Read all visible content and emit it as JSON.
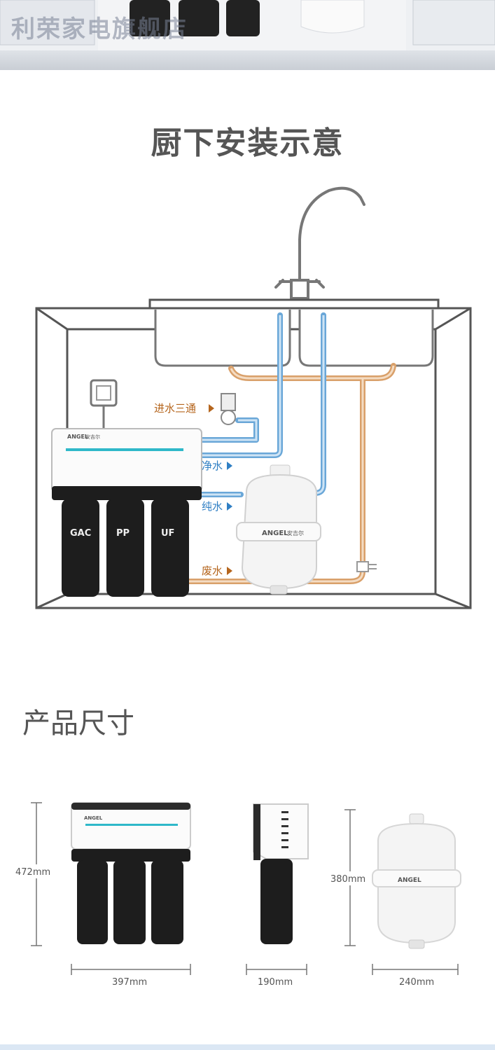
{
  "banner": {
    "watermark": "利荣家电旗舰店"
  },
  "install": {
    "title": "厨下安装示意",
    "labels": {
      "inlet_tee": "进水三通",
      "clean_water": "净水",
      "pure_water": "纯水",
      "waste_water": "废水"
    },
    "brand": "ANGEL",
    "brand_cn": "安吉尔",
    "filters": [
      "GAC",
      "PP",
      "UF"
    ]
  },
  "dimensions": {
    "title": "产品尺寸",
    "height_main": "472mm",
    "width_main": "397mm",
    "depth_main": "190mm",
    "height_tank": "380mm",
    "width_tank": "240mm"
  },
  "colors": {
    "blue_pipe": "#6aa7d8",
    "orange_pipe": "#d9a06a",
    "accent": "#2fb8c9"
  }
}
